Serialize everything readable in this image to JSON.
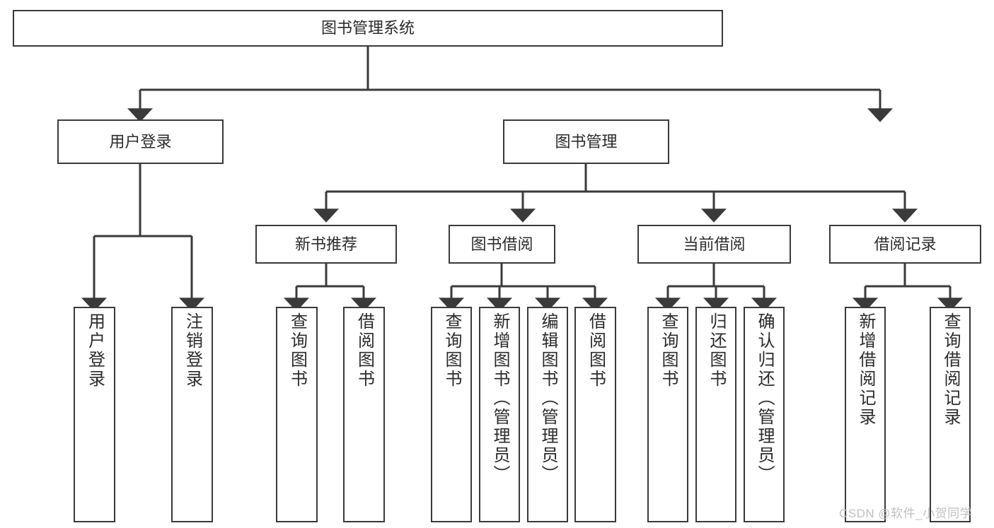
{
  "diagram": {
    "type": "tree",
    "title": "图书管理系统",
    "watermark": "CSDN @软件_小贺同学",
    "colors": {
      "box_border": "#3a3a3a",
      "box_fill": "#ffffff",
      "line": "#3a3a3a",
      "text": "#2b2b2b",
      "watermark": "#bfbfbf"
    },
    "levels": {
      "root": {
        "label": "图书管理系统"
      },
      "level2": [
        {
          "label": "用户登录"
        },
        {
          "label": "图书管理"
        }
      ],
      "level3": [
        {
          "label": "新书推荐"
        },
        {
          "label": "图书借阅"
        },
        {
          "label": "当前借阅"
        },
        {
          "label": "借阅记录"
        }
      ],
      "leaves": {
        "user_login": [
          {
            "label": "用户登录"
          },
          {
            "label": "注销登录"
          }
        ],
        "new_book_recommend": [
          {
            "label": "查询图书"
          },
          {
            "label": "借阅图书"
          }
        ],
        "book_borrow": [
          {
            "label": "查询图书"
          },
          {
            "label": "新增图书（管理员）"
          },
          {
            "label": "编辑图书（管理员）"
          },
          {
            "label": "借阅图书"
          }
        ],
        "current_borrow": [
          {
            "label": "查询图书"
          },
          {
            "label": "归还图书"
          },
          {
            "label": "确认归还（管理员）"
          }
        ],
        "borrow_record": [
          {
            "label": "新增借阅记录"
          },
          {
            "label": "查询借阅记录"
          }
        ]
      }
    }
  }
}
